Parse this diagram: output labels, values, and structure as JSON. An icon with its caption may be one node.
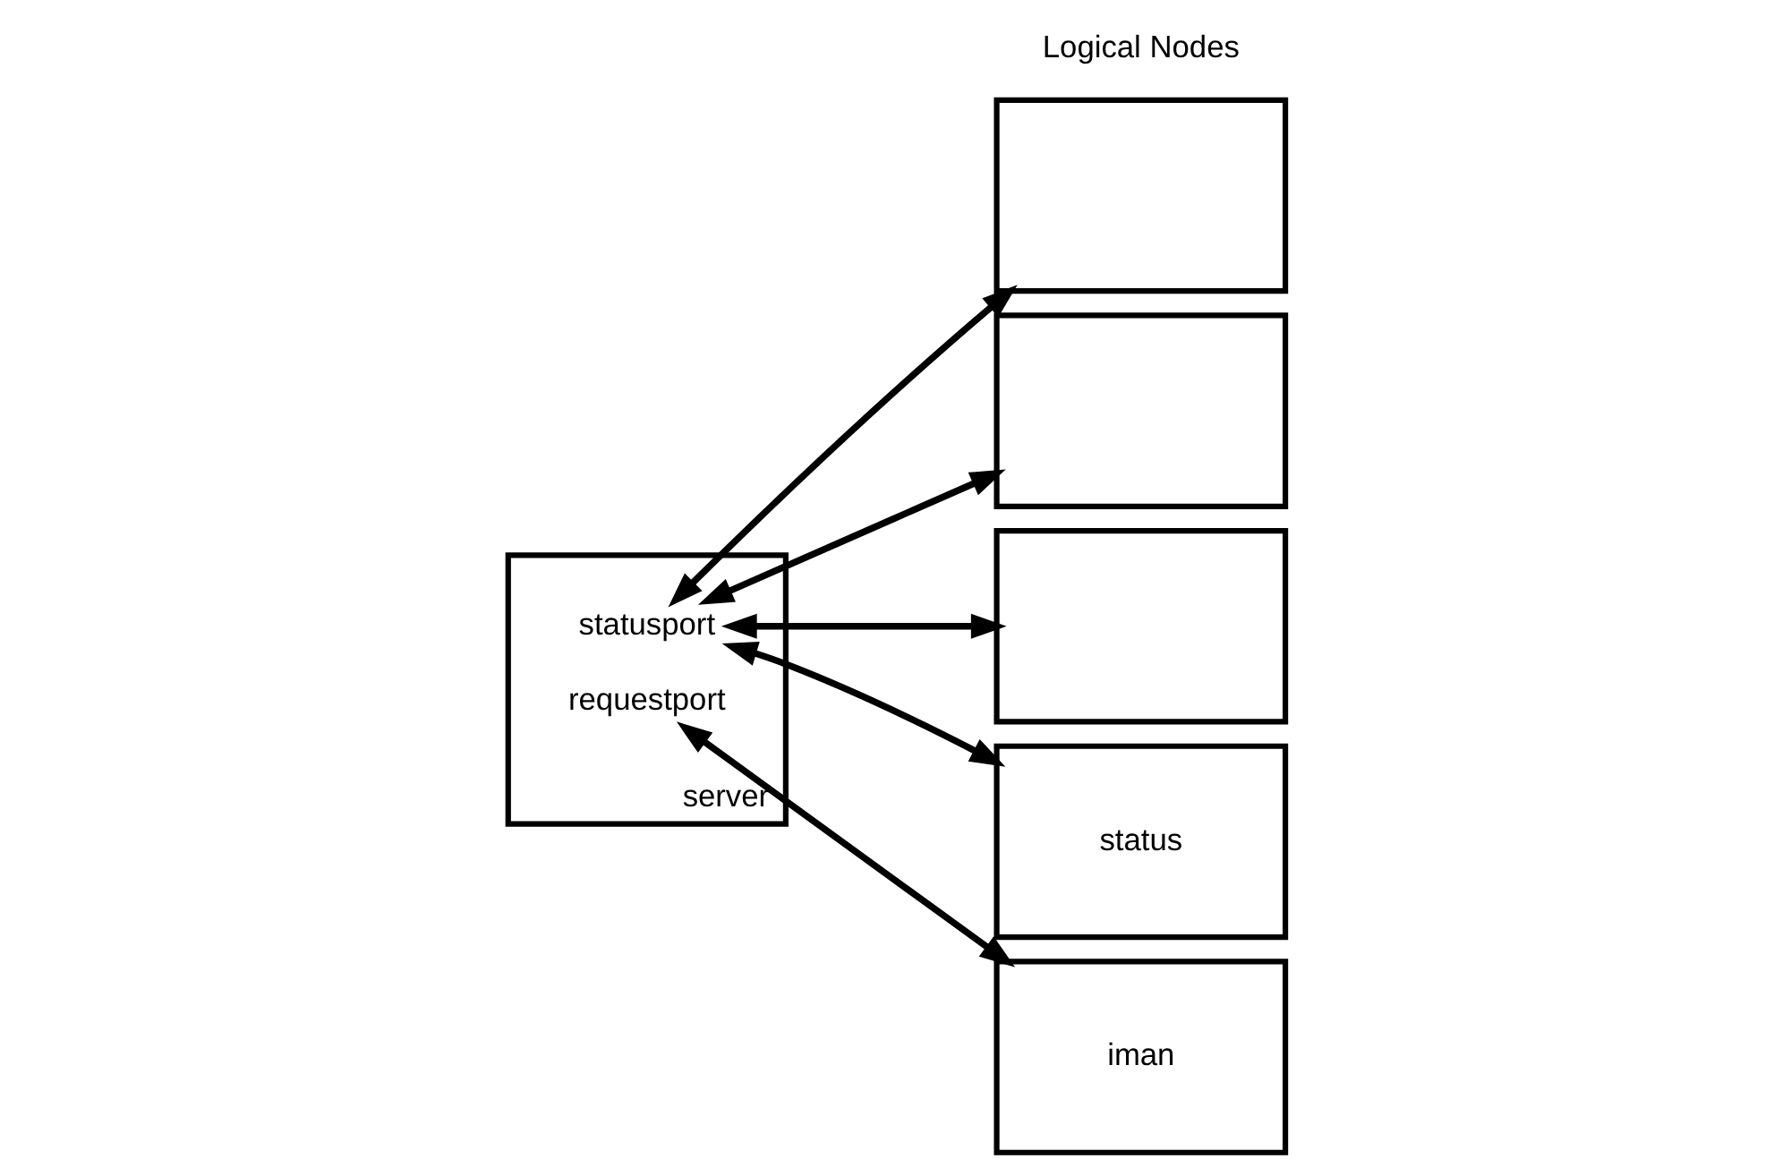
{
  "diagram": {
    "nodes": [
      {
        "text": [
          "server"
        ]
      },
      {
        "text": [
          "statusport"
        ],
        "in": 0
      },
      {
        "text": [
          "requestport"
        ],
        "in": 0
      },
      {
        "text": [],
        "shape": "box"
      },
      {
        "text": [],
        "shape": "box"
      },
      {
        "text": [],
        "shape": "box"
      },
      {
        "text": [
          "status"
        ]
      },
      {
        "text": [
          "iman"
        ]
      }
    ],
    "edges": [
      {
        "from": 3,
        "to": 1,
        "arrow": "both"
      },
      {
        "from": 4,
        "to": 1,
        "arrow": "both"
      },
      {
        "from": 5,
        "to": 1,
        "arrow": "both"
      },
      {
        "from": 6,
        "to": 1,
        "arrow": "both"
      },
      {
        "from": 7,
        "to": 2,
        "arrow": "both"
      }
    ],
    "labels": [
      "Logical Nodes"
    ]
  }
}
